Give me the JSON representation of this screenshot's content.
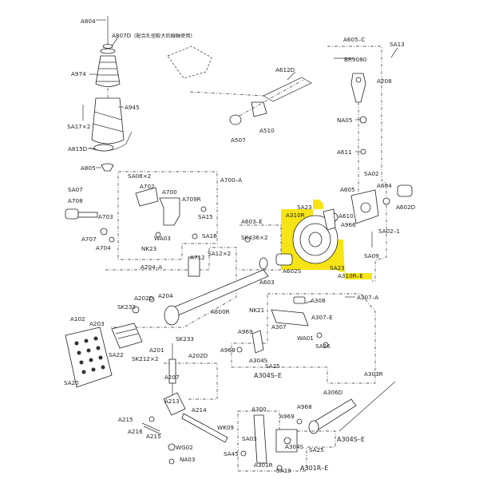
{
  "diagram": {
    "note_cn": "(配合孔徑較大的線軸使用)",
    "labels": {
      "A804": "A804",
      "A807D": "A807D",
      "A974": "A974",
      "A945": "A945",
      "SA17x2": "SA17×2",
      "A815D": "A815D",
      "A805": "A805",
      "SA08x2": "SA08×2",
      "A702": "A702",
      "A700": "A700",
      "A709R": "A709R",
      "A700E": "A700–A",
      "SA07": "SA07",
      "A708": "A708",
      "A703": "A703",
      "SA15": "SA15",
      "NK23": "NK23",
      "WA03": "WA03",
      "SA16": "SA16",
      "A707": "A707",
      "A704": "A704",
      "A612D": "A612D",
      "A507": "A507",
      "A510": "A510",
      "A605C": "A605–C",
      "SA13": "SA13",
      "BR9080": "BR9080",
      "A208": "A208",
      "NA05": "NA05",
      "A611": "A611",
      "SA02": "SA02",
      "A605": "A605",
      "A604": "A604",
      "A602D": "A602D",
      "A610": "A610",
      "A966": "A966",
      "SA021": "SA02–1",
      "SA09": "SA09",
      "SA23a": "SA23",
      "A310Ra": "A310R",
      "SA23b": "SA23",
      "A310RE": "A310R–E",
      "A603E": "A603–E",
      "SK436x2": "SK436×2",
      "A603": "A603",
      "A602S": "A602S",
      "A204E": "A204–A",
      "A712": "A712",
      "SA12x2": "SA12×2",
      "A202D": "A202D",
      "A204": "A204",
      "SK233a": "SK233",
      "A600R": "A600R",
      "A102": "A102",
      "A203": "A203",
      "SA22": "SA22",
      "A201": "A201",
      "SK212x2": "SK212×2",
      "SK233b": "SK233",
      "A202Db": "A202D",
      "A207": "A207",
      "SA20": "SA20",
      "A308": "A308",
      "NK21": "NK21",
      "A307": "A307",
      "A307A": "A307–A",
      "A307E": "A307–E",
      "WA01": "WA01",
      "SA26": "SA26",
      "A969": "A969",
      "A968": "A968",
      "A304S": "A304S",
      "SA25": "SA25",
      "A304SE": "A304S–E",
      "A303R": "A303R",
      "A213": "A213",
      "A214": "A214",
      "A215": "A215",
      "A216": "A216",
      "A215b": "A215",
      "WK09": "WK09",
      "WG02": "WG02",
      "NA03": "NA03",
      "SA45": "SA45",
      "A300": "A300",
      "SA03": "SA03",
      "A969b": "A969",
      "A968b": "A968",
      "A304Sb": "A304S",
      "SA25b": "SA25",
      "A304SEb": "A304S–E",
      "A301R": "A301R",
      "SA19": "SA19",
      "A301RE": "A301R–E",
      "A306D": "A306D"
    },
    "highlight_color": "#f5e30a"
  }
}
